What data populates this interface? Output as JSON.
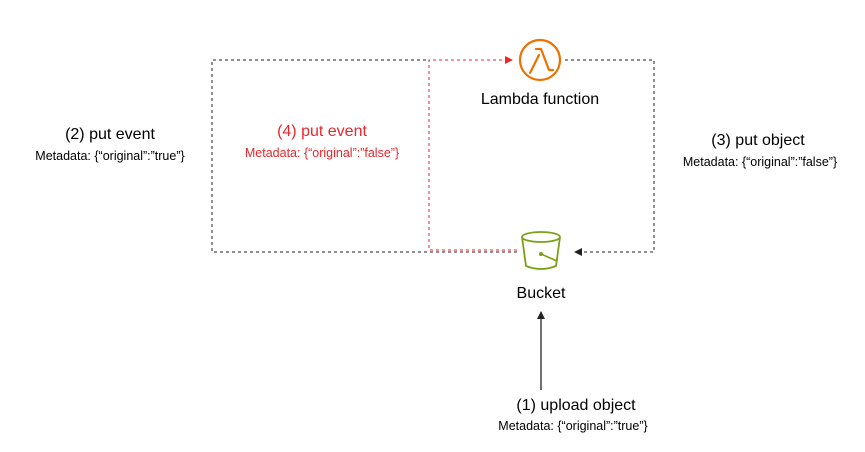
{
  "nodes": {
    "lambda": {
      "label": "Lambda function",
      "icon": "lambda-icon",
      "color": "#ed7100"
    },
    "bucket": {
      "label": "Bucket",
      "icon": "s3-bucket-icon",
      "color": "#7aa116"
    }
  },
  "steps": {
    "upload": {
      "title": "(1)   upload object",
      "metadata": "Metadata: {“original”:”true”}"
    },
    "put_event": {
      "title": "(2) put event",
      "metadata": "Metadata: {“original”:”true”}"
    },
    "put_object": {
      "title": "(3) put object",
      "metadata": "Metadata: {“original”:”false”}"
    },
    "put_event_2": {
      "title": "(4) put event",
      "metadata": "Metadata: {“original”:”false”}"
    }
  },
  "colors": {
    "default_line": "#222222",
    "highlight": "#e8262b"
  }
}
